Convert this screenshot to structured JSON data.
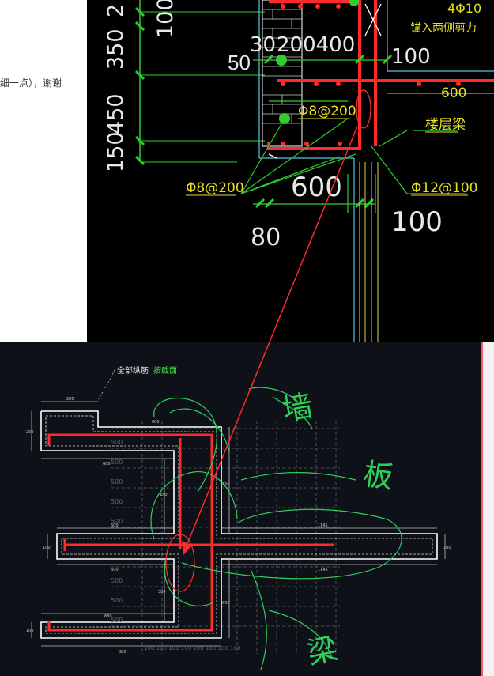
{
  "page": {
    "left_text": "细一点），谢谢"
  },
  "top_drawing": {
    "dims_vertical": [
      "2",
      "350",
      "450",
      "150"
    ],
    "dims_left_small": [
      "100",
      "50"
    ],
    "labels": {
      "d30": "30",
      "d200400": "200400",
      "d100_right": "100",
      "d600_right": "600",
      "beam_label": "楼层梁",
      "rebar_phi8_a": "Φ8@200",
      "rebar_phi8_b": "Φ8@200",
      "rebar_phi12": "Φ12@100",
      "top_right_a": "4Φ10",
      "top_right_b": "锚入两侧剪力",
      "d600_bottom": "600",
      "d100_bottom": "100",
      "d80": "80"
    }
  },
  "bottom_drawing": {
    "annotation_white": "全部纵筋",
    "annotation_green": "按截面",
    "dims": {
      "top_width": "280",
      "top_height": "200",
      "upper_600": "600",
      "upper_680": "680",
      "upper_550": "550",
      "side_150": "150",
      "mid_600": "600",
      "mid_100_left": "100",
      "mid_1145_top": "1145",
      "mid_600_bottom": "600",
      "mid_1145_bottom": "1145",
      "mid_100_right": "100",
      "lower_380": "380",
      "lower_650": "650",
      "lower_680": "680",
      "lower_100": "100",
      "lower_880": "880",
      "grid_row": "100 100 100 100 100 100 100 100"
    },
    "handwriting": {
      "wall": "墙",
      "slab": "板",
      "beam": "梁"
    },
    "colors": {
      "rebar": "#ff2a2a",
      "outline": "#ffffff",
      "dim": "#c8c8c8",
      "ink": "#2fcf5a"
    }
  }
}
